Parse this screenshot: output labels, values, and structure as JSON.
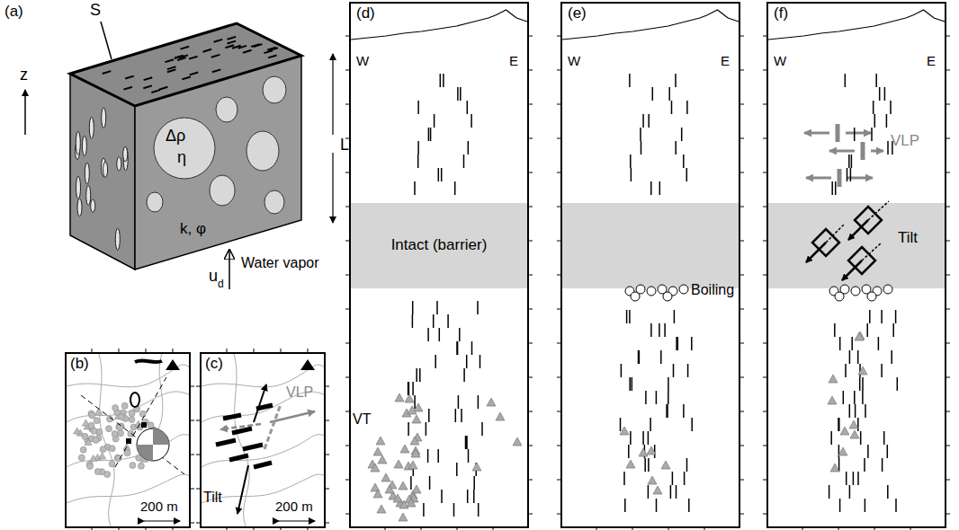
{
  "diagram": {
    "nodes": [
      {
        "text": [
          "(b)",
          "200 m"
        ]
      },
      {
        "text": [
          "(c)",
          "200 m",
          "Tilt",
          "VLP"
        ]
      },
      {
        "text": [
          "(d)",
          "W",
          "E",
          "VT"
        ]
      },
      {
        "text": [
          "Intact (barrier)"
        ],
        "in": 2
      },
      {
        "text": [
          "(e)",
          "W",
          "E",
          "Boiling"
        ]
      },
      {
        "text": [
          "(f)",
          "W",
          "E",
          "VLP",
          "Tilt"
        ]
      }
    ],
    "labels": [
      "(a)",
      "S",
      "z",
      "L",
      "Δρ",
      "η",
      "k, φ",
      "Water vapor",
      "u",
      "d"
    ]
  }
}
